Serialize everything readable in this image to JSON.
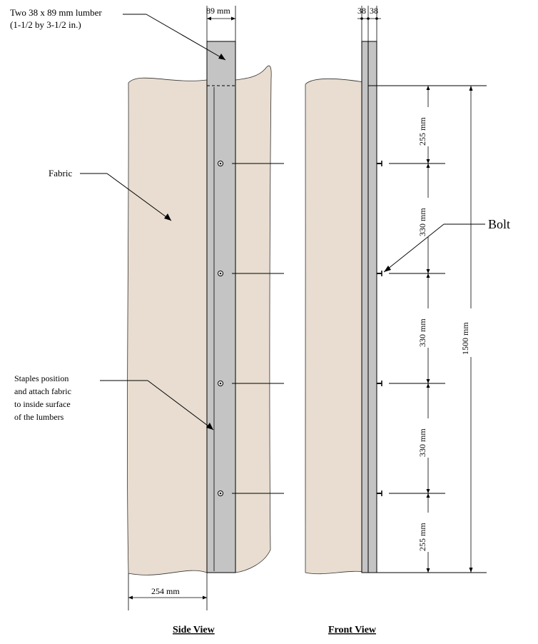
{
  "labels": {
    "lumber_line1": "Two 38 x 89 mm lumber",
    "lumber_line2": "(1-1/2 by 3-1/2 in.)",
    "lumber_width": "89 mm",
    "fabric": "Fabric",
    "staples_line1": "Staples position",
    "staples_line2": "and attach fabric",
    "staples_line3": "to inside surface",
    "staples_line4": "of the lumbers",
    "width_254": "254 mm",
    "thick_a": "38",
    "thick_b": "38",
    "bolt": "Bolt",
    "dim_total": "1500 mm",
    "dim_seg1": "255 mm",
    "dim_seg2": "330 mm",
    "dim_seg3": "330 mm",
    "dim_seg4": "330 mm",
    "dim_seg5": "255 mm",
    "side_view": "Side View",
    "front_view": "Front View"
  },
  "colors": {
    "fabric": "#e8ddd0",
    "lumber": "#c4c4c4",
    "outline": "#000000"
  }
}
